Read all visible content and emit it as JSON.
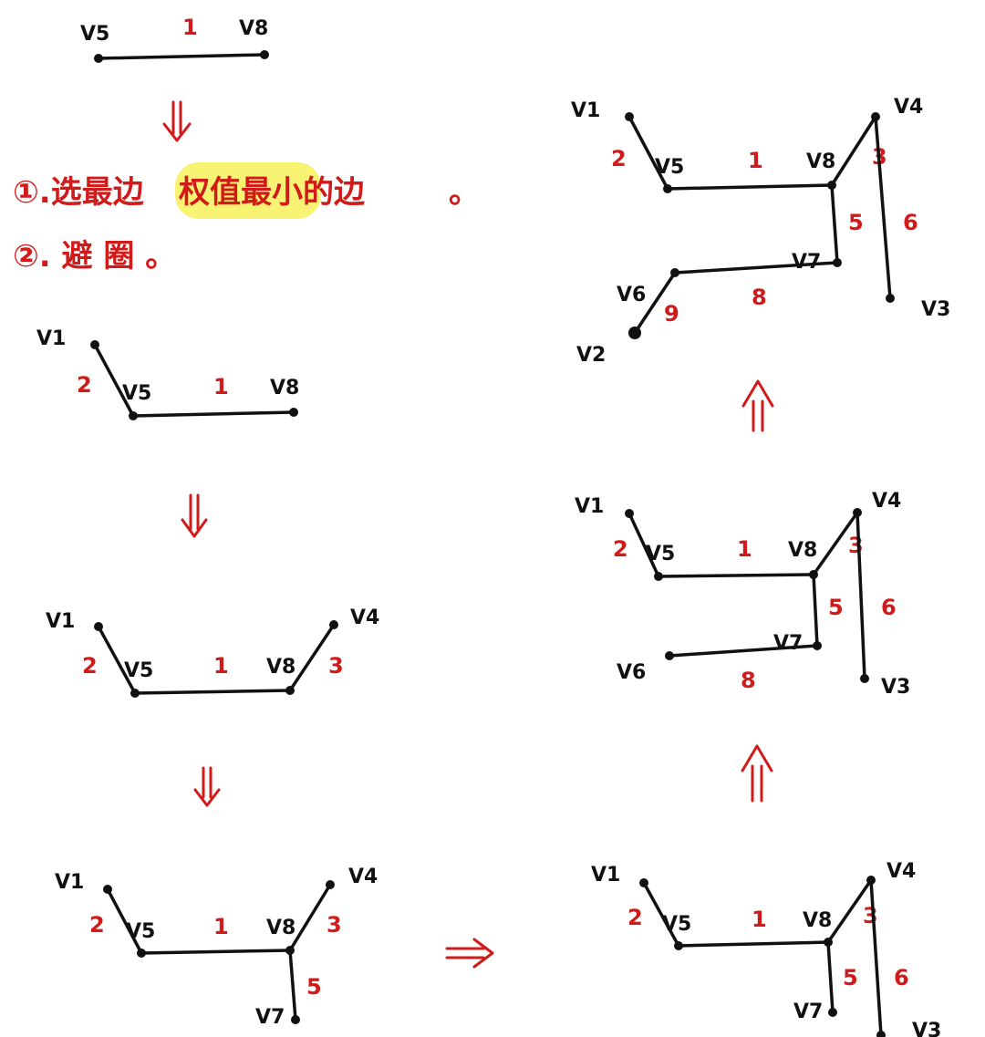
{
  "notes": {
    "line1_prefix": "①.选最边",
    "line1_highlight": "权值最小的边",
    "line1_suffix": "。",
    "line2": "②. 避 圈 。"
  },
  "colors": {
    "ink": "#111111",
    "accent": "#d11a1a",
    "highlight": "#f7f15a"
  },
  "steps": [
    {
      "id": "step1",
      "vertices": [
        "V5",
        "V8"
      ],
      "edges": [
        {
          "from": "V5",
          "to": "V8",
          "weight": "1"
        }
      ]
    },
    {
      "id": "step2",
      "vertices": [
        "V1",
        "V5",
        "V8"
      ],
      "edges": [
        {
          "from": "V1",
          "to": "V5",
          "weight": "2"
        },
        {
          "from": "V5",
          "to": "V8",
          "weight": "1"
        }
      ]
    },
    {
      "id": "step3",
      "vertices": [
        "V1",
        "V5",
        "V8",
        "V4"
      ],
      "edges": [
        {
          "from": "V1",
          "to": "V5",
          "weight": "2"
        },
        {
          "from": "V5",
          "to": "V8",
          "weight": "1"
        },
        {
          "from": "V8",
          "to": "V4",
          "weight": "3"
        }
      ]
    },
    {
      "id": "step4",
      "vertices": [
        "V1",
        "V5",
        "V8",
        "V4",
        "V7"
      ],
      "edges": [
        {
          "from": "V1",
          "to": "V5",
          "weight": "2"
        },
        {
          "from": "V5",
          "to": "V8",
          "weight": "1"
        },
        {
          "from": "V8",
          "to": "V4",
          "weight": "3"
        },
        {
          "from": "V8",
          "to": "V7",
          "weight": "5"
        }
      ]
    },
    {
      "id": "step5",
      "vertices": [
        "V1",
        "V5",
        "V8",
        "V4",
        "V7",
        "V3"
      ],
      "edges": [
        {
          "from": "V1",
          "to": "V5",
          "weight": "2"
        },
        {
          "from": "V5",
          "to": "V8",
          "weight": "1"
        },
        {
          "from": "V8",
          "to": "V4",
          "weight": "3"
        },
        {
          "from": "V8",
          "to": "V7",
          "weight": "5"
        },
        {
          "from": "V4",
          "to": "V3",
          "weight": "6"
        }
      ]
    },
    {
      "id": "step6",
      "vertices": [
        "V1",
        "V5",
        "V8",
        "V4",
        "V7",
        "V3",
        "V6"
      ],
      "edges": [
        {
          "from": "V1",
          "to": "V5",
          "weight": "2"
        },
        {
          "from": "V5",
          "to": "V8",
          "weight": "1"
        },
        {
          "from": "V8",
          "to": "V4",
          "weight": "3"
        },
        {
          "from": "V8",
          "to": "V7",
          "weight": "5"
        },
        {
          "from": "V4",
          "to": "V3",
          "weight": "6"
        },
        {
          "from": "V7",
          "to": "V6",
          "weight": "8"
        }
      ]
    },
    {
      "id": "step7",
      "vertices": [
        "V1",
        "V5",
        "V8",
        "V4",
        "V7",
        "V3",
        "V6",
        "V2"
      ],
      "edges": [
        {
          "from": "V1",
          "to": "V5",
          "weight": "2"
        },
        {
          "from": "V5",
          "to": "V8",
          "weight": "1"
        },
        {
          "from": "V8",
          "to": "V4",
          "weight": "3"
        },
        {
          "from": "V8",
          "to": "V7",
          "weight": "5"
        },
        {
          "from": "V4",
          "to": "V3",
          "weight": "6"
        },
        {
          "from": "V7",
          "to": "V6",
          "weight": "8"
        },
        {
          "from": "V6",
          "to": "V2",
          "weight": "9"
        }
      ]
    }
  ]
}
